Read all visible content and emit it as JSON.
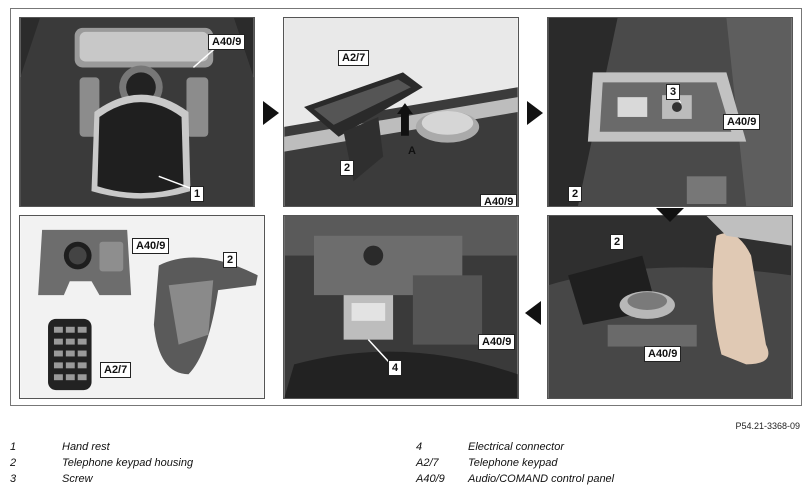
{
  "figure_ref": "P54.21-3368-09",
  "panels": {
    "p1": {
      "labels": {
        "a40_9": "A40/9",
        "n1": "1"
      }
    },
    "p2": {
      "labels": {
        "a2_7": "A2/7",
        "a": "A",
        "n2": "2",
        "a40_9": "A40/9"
      }
    },
    "p3": {
      "labels": {
        "n3": "3",
        "a40_9": "A40/9",
        "n2": "2"
      }
    },
    "p4": {
      "labels": {
        "a40_9": "A40/9",
        "n2": "2",
        "a2_7": "A2/7"
      }
    },
    "p5": {
      "labels": {
        "a40_9": "A40/9",
        "n4": "4"
      }
    },
    "p6": {
      "labels": {
        "n2": "2",
        "a40_9": "A40/9"
      }
    }
  },
  "legend": [
    {
      "key": "1",
      "text": "Hand rest"
    },
    {
      "key": "2",
      "text": "Telephone keypad housing"
    },
    {
      "key": "3",
      "text": "Screw"
    },
    {
      "key": "4",
      "text": "Electrical connector"
    },
    {
      "key": "A2/7",
      "text": "Telephone keypad"
    },
    {
      "key": "A40/9",
      "text": "Audio/COMAND control panel"
    }
  ]
}
